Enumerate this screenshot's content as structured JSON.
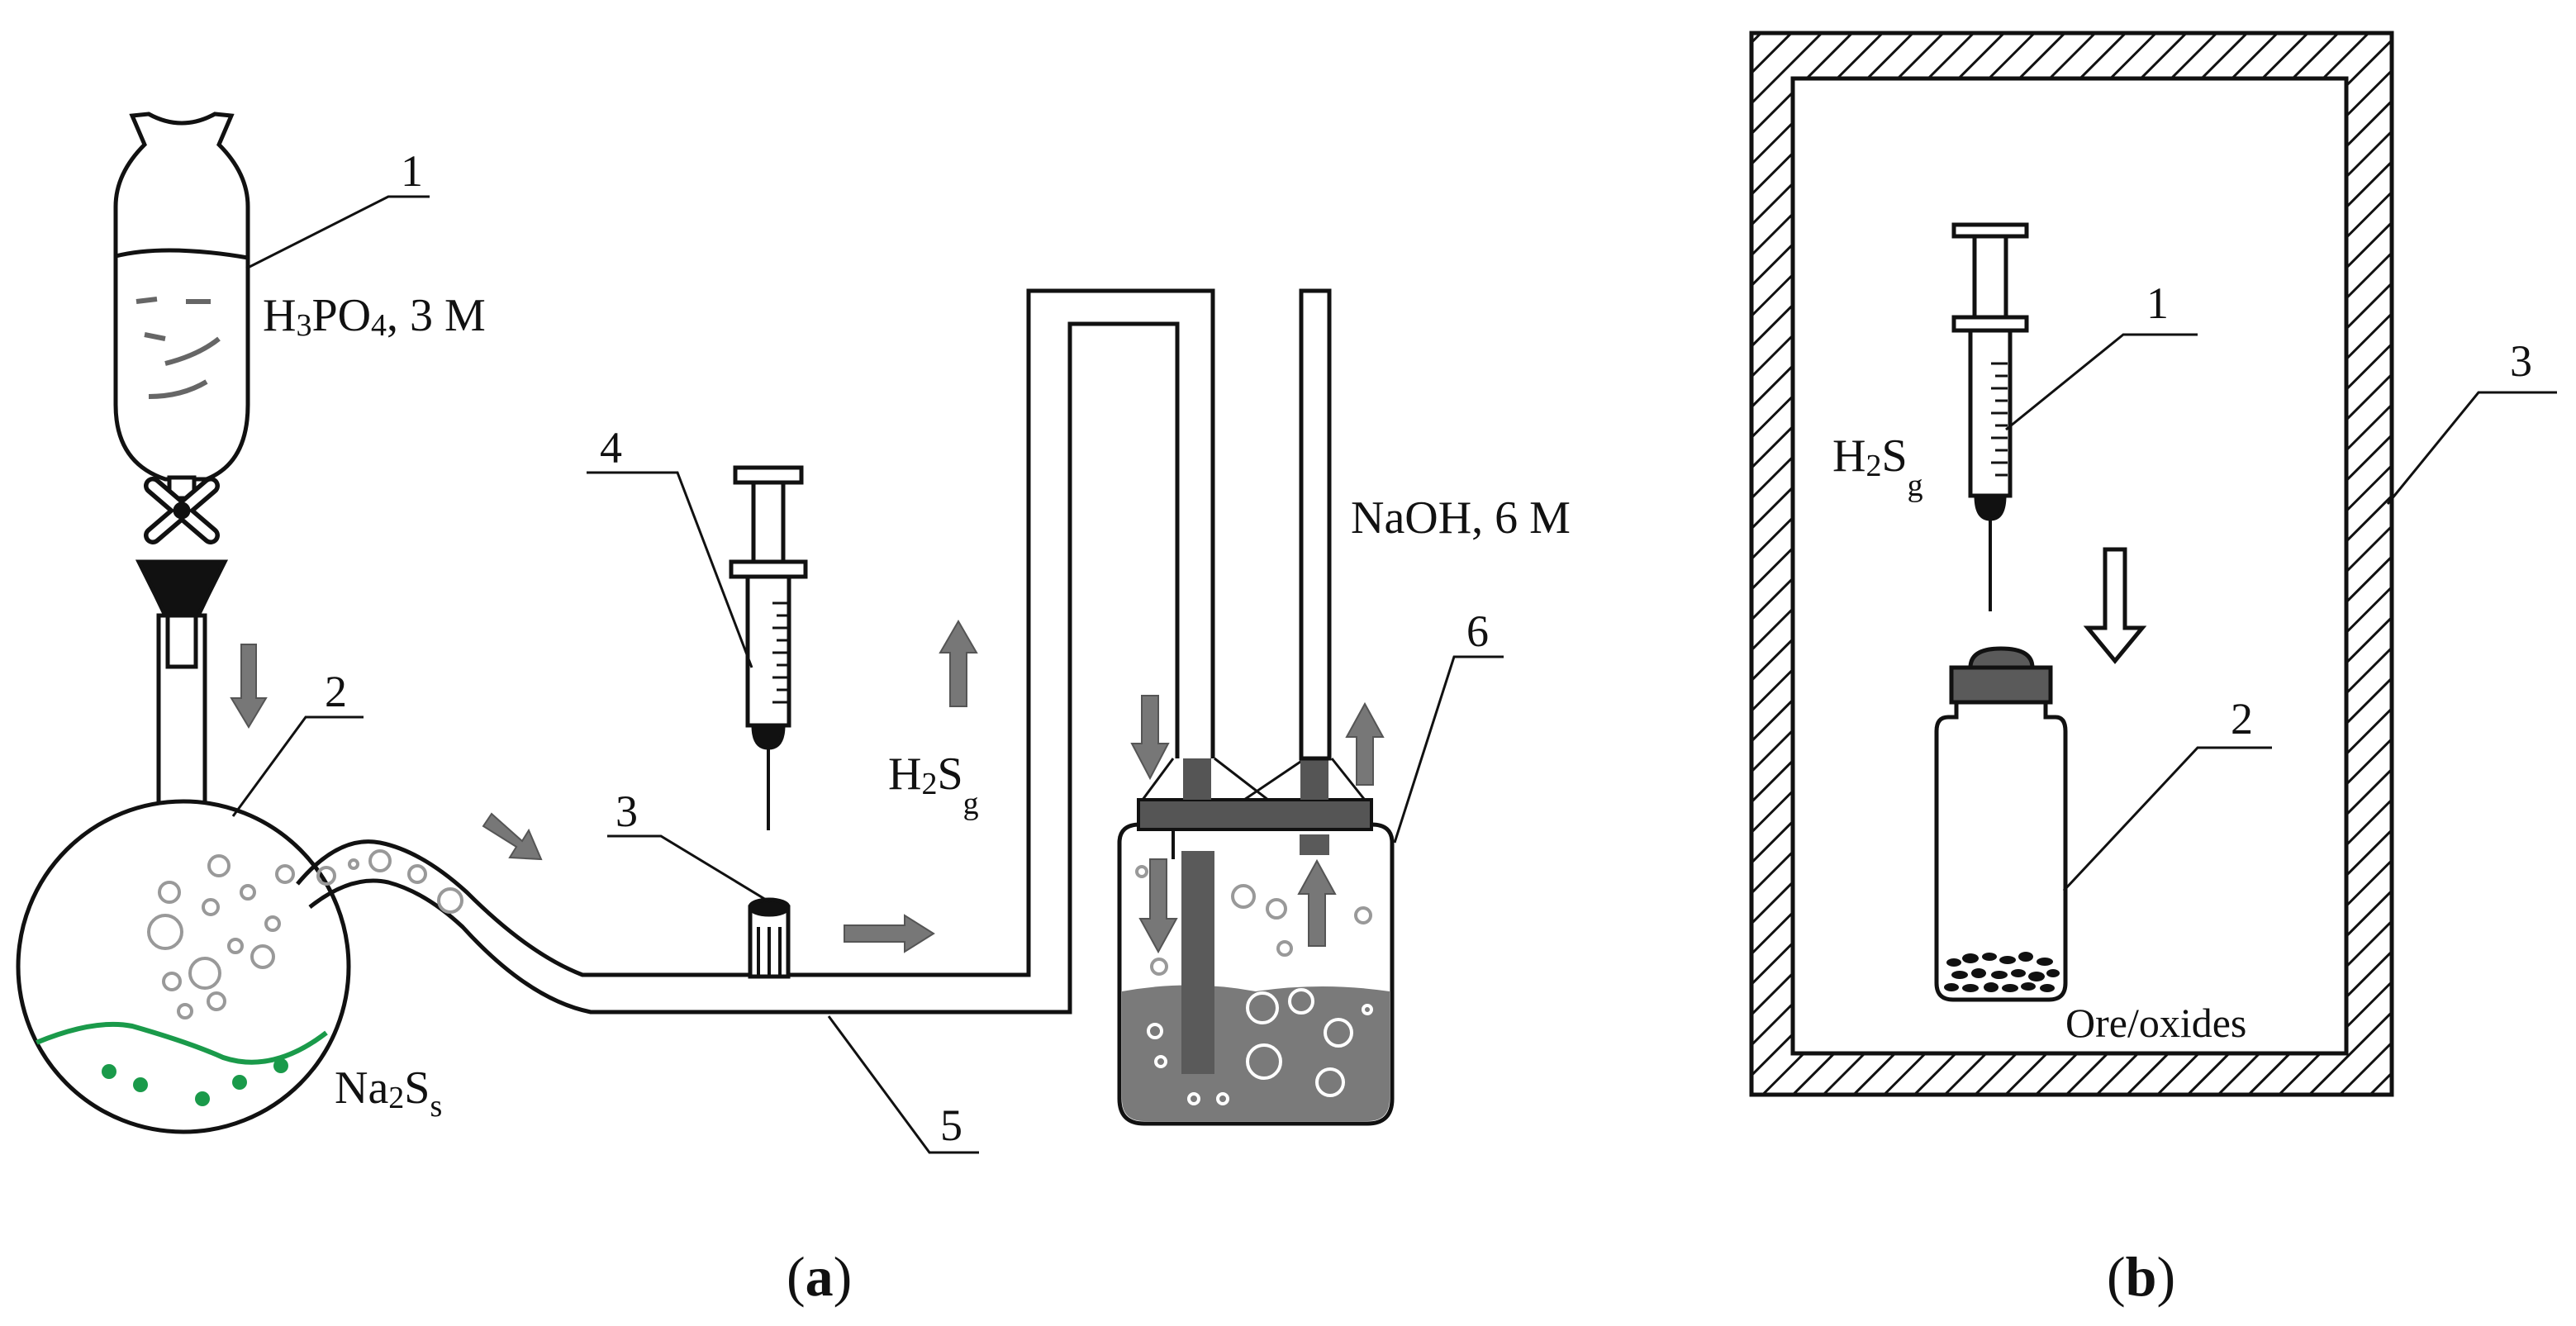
{
  "panel_a": {
    "caption_open": "(",
    "caption_letter": "a",
    "caption_close": ")",
    "callouts": [
      "1",
      "2",
      "3",
      "4",
      "5",
      "6"
    ],
    "acid": {
      "formula_h": "H",
      "formula_3": "3",
      "formula_po": "PO",
      "formula_4": "4",
      "concentration": ", 3 M"
    },
    "solid": {
      "base": "Na",
      "sub2": "2",
      "s": "S",
      "phase": "s"
    },
    "gas": {
      "base": "H",
      "sub2": "2",
      "s": "S",
      "phase": "g"
    },
    "base_solution": "NaOH, 6 M"
  },
  "panel_b": {
    "caption_open": "(",
    "caption_letter": "b",
    "caption_close": ")",
    "callouts": [
      "1",
      "2",
      "3"
    ],
    "gas": {
      "base": "H",
      "sub2": "2",
      "s": "S",
      "phase": "g"
    },
    "sample_label": "Ore/oxides"
  },
  "colors": {
    "stroke": "#111111",
    "arrow_fill": "#777777",
    "liquid_fill": "#7a7a7a",
    "bubble_stroke": "#999999",
    "sulfide_green": "#1a9a4a",
    "dark_fitting": "#555555"
  },
  "icons": [
    "dropping-funnel-icon",
    "stopcock-icon",
    "round-flask-icon",
    "syringe-icon",
    "septum-valve-icon",
    "absorber-jar-icon",
    "vial-icon",
    "glovebox-icon",
    "flow-arrow-icon"
  ]
}
